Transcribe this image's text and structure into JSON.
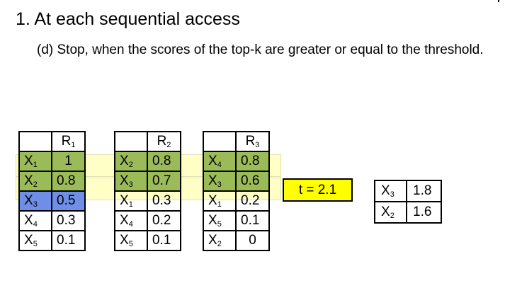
{
  "slide": {
    "heading": "1. At each sequential access",
    "subheading": "(d) Stop, when the scores of the top-k are greater or equal to the threshold."
  },
  "lists": [
    {
      "name": "R",
      "index": "1",
      "rows": [
        {
          "item": "X",
          "sub": "1",
          "score": "1",
          "highlight": "green"
        },
        {
          "item": "X",
          "sub": "2",
          "score": "0.8",
          "highlight": "green"
        },
        {
          "item": "X",
          "sub": "3",
          "score": "0.5",
          "highlight": "blue"
        },
        {
          "item": "X",
          "sub": "4",
          "score": "0.3",
          "highlight": "none"
        },
        {
          "item": "X",
          "sub": "5",
          "score": "0.1",
          "highlight": "none"
        }
      ]
    },
    {
      "name": "R",
      "index": "2",
      "rows": [
        {
          "item": "X",
          "sub": "2",
          "score": "0.8",
          "highlight": "green"
        },
        {
          "item": "X",
          "sub": "3",
          "score": "0.7",
          "highlight": "green"
        },
        {
          "item": "X",
          "sub": "1",
          "score": "0.3",
          "highlight": "none"
        },
        {
          "item": "X",
          "sub": "4",
          "score": "0.2",
          "highlight": "none"
        },
        {
          "item": "X",
          "sub": "5",
          "score": "0.1",
          "highlight": "none"
        }
      ]
    },
    {
      "name": "R",
      "index": "3",
      "rows": [
        {
          "item": "X",
          "sub": "4",
          "score": "0.8",
          "highlight": "green"
        },
        {
          "item": "X",
          "sub": "3",
          "score": "0.6",
          "highlight": "green"
        },
        {
          "item": "X",
          "sub": "1",
          "score": "0.2",
          "highlight": "none"
        },
        {
          "item": "X",
          "sub": "5",
          "score": "0.1",
          "highlight": "none"
        },
        {
          "item": "X",
          "sub": "2",
          "score": "0",
          "highlight": "none"
        }
      ]
    }
  ],
  "threshold": {
    "label": "t = 2.1"
  },
  "topk": [
    {
      "item": "X",
      "sub": "3",
      "score": "1.8"
    },
    {
      "item": "X",
      "sub": "2",
      "score": "1.6"
    }
  ],
  "colors": {
    "seen_row": "#9bbb59",
    "current_cell": "#6f8ee8",
    "scan_band": "#ffff99",
    "threshold_box": "#ffff00"
  }
}
